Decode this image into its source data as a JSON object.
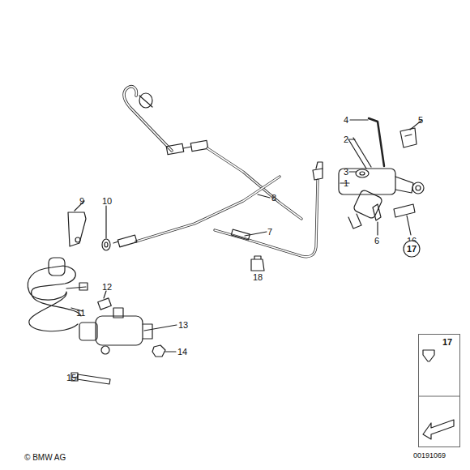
{
  "diagram": {
    "nodes": [
      {
        "text": [
          "17"
        ]
      },
      {
        "text": [
          "17"
        ]
      }
    ],
    "labels": [
      "4",
      "5",
      "2",
      "3",
      "8",
      "1",
      "9",
      "10",
      "7",
      "6",
      "16",
      "18",
      "12",
      "11",
      "13",
      "14",
      "15",
      "© BMW AG",
      "00191069"
    ]
  }
}
